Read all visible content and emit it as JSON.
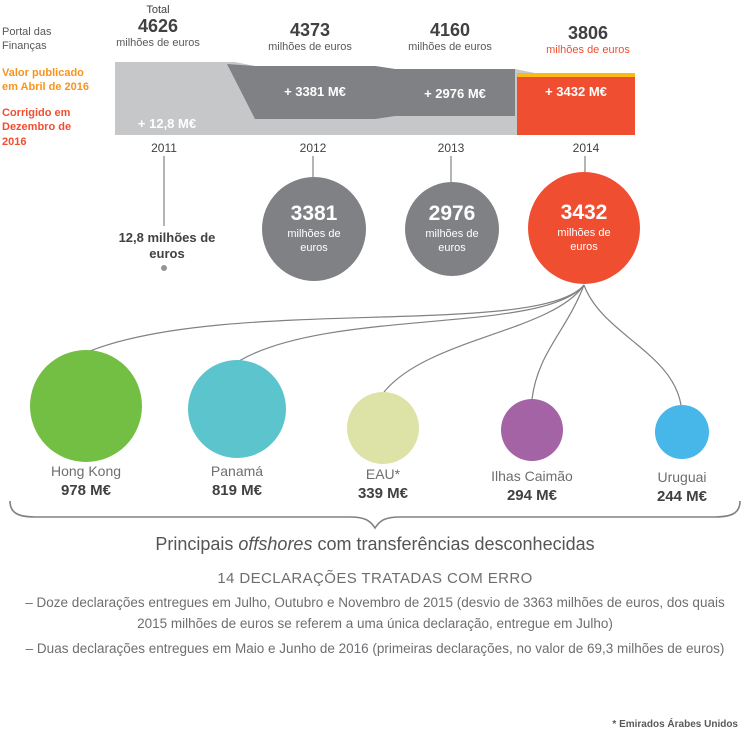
{
  "colors": {
    "dark_text": "#414042",
    "gray_text": "#6d6e71",
    "bar_light": "#c6c7c9",
    "bar_dark": "#808184",
    "accent_red": "#f04e30",
    "accent_orange": "#f7941d",
    "accent_yellow": "#fdb913",
    "hong_kong_green": "#72bf44",
    "panama_teal": "#5cc4cc",
    "eau_pale": "#dde3a6",
    "caimao_purple": "#a463a5",
    "uruguai_blue": "#47b6e9"
  },
  "legend": {
    "source": "Portal das Finanças",
    "published": "Valor publicado em Abril de 2016",
    "corrected": "Corrigido em Dezembro de 2016"
  },
  "totals": [
    {
      "label": "Total",
      "value": "4626",
      "unit": "milhões de euros"
    },
    {
      "value": "4373",
      "unit": "milhões de euros"
    },
    {
      "value": "4160",
      "unit": "milhões de euros"
    },
    {
      "value": "3806",
      "unit": "milhões de euros"
    }
  ],
  "bar_labels": [
    "+ 12,8 M€",
    "+ 3381 M€",
    "+ 2976 M€",
    "+ 3432 M€"
  ],
  "years": [
    "2011",
    "2012",
    "2013",
    "2014"
  ],
  "year_bubbles": {
    "y2011": {
      "text": "12,8 milhões de euros"
    },
    "y2012": {
      "value": "3381",
      "unit": "milhões de euros"
    },
    "y2013": {
      "value": "2976",
      "unit": "milhões de euros"
    },
    "y2014": {
      "value": "3432",
      "unit": "milhões de euros"
    }
  },
  "offshores": [
    {
      "name": "Hong Kong",
      "value": "978 M€"
    },
    {
      "name": "Panamá",
      "value": "819 M€"
    },
    {
      "name": "EAU*",
      "value": "339 M€"
    },
    {
      "name": "Ilhas Caimão",
      "value": "294 M€"
    },
    {
      "name": "Uruguai",
      "value": "244 M€"
    }
  ],
  "caption": {
    "prefix": "Principais ",
    "italic": "offshores",
    "suffix": " com transferências desconhecidas"
  },
  "errors": {
    "title": "14 DECLARAÇÕES TRATADAS COM ERRO",
    "line1": "– Doze declarações entregues em Julho, Outubro e Novembro de 2015 (desvio de 3363 milhões de euros, dos quais 2015 milhões de euros se referem a uma única declaração, entregue em Julho)",
    "line2": "– Duas declarações entregues em Maio e Junho de 2016 (primeiras declarações, no valor de 69,3 milhões de euros)"
  },
  "footnote": "* Emirados Árabes Unidos",
  "chart_data": [
    {
      "type": "bar",
      "categories": [
        "2011",
        "2012",
        "2013",
        "2014"
      ],
      "series": [
        {
          "name": "Valor publicado em Abril de 2016 (total, milhões de euros)",
          "values": [
            4626,
            4373,
            4160,
            3806
          ]
        },
        {
          "name": "Corrigido em Dezembro de 2016 (M€)",
          "values": [
            12.8,
            3381,
            2976,
            3432
          ]
        }
      ],
      "ylabel": "milhões de euros",
      "legend_position": "left"
    },
    {
      "type": "bar",
      "title": "Principais offshores com transferências desconhecidas",
      "categories": [
        "Hong Kong",
        "Panamá",
        "EAU (Emirados Árabes Unidos)",
        "Ilhas Caimão",
        "Uruguai"
      ],
      "values": [
        978,
        819,
        339,
        294,
        244
      ],
      "ylabel": "M€"
    }
  ]
}
